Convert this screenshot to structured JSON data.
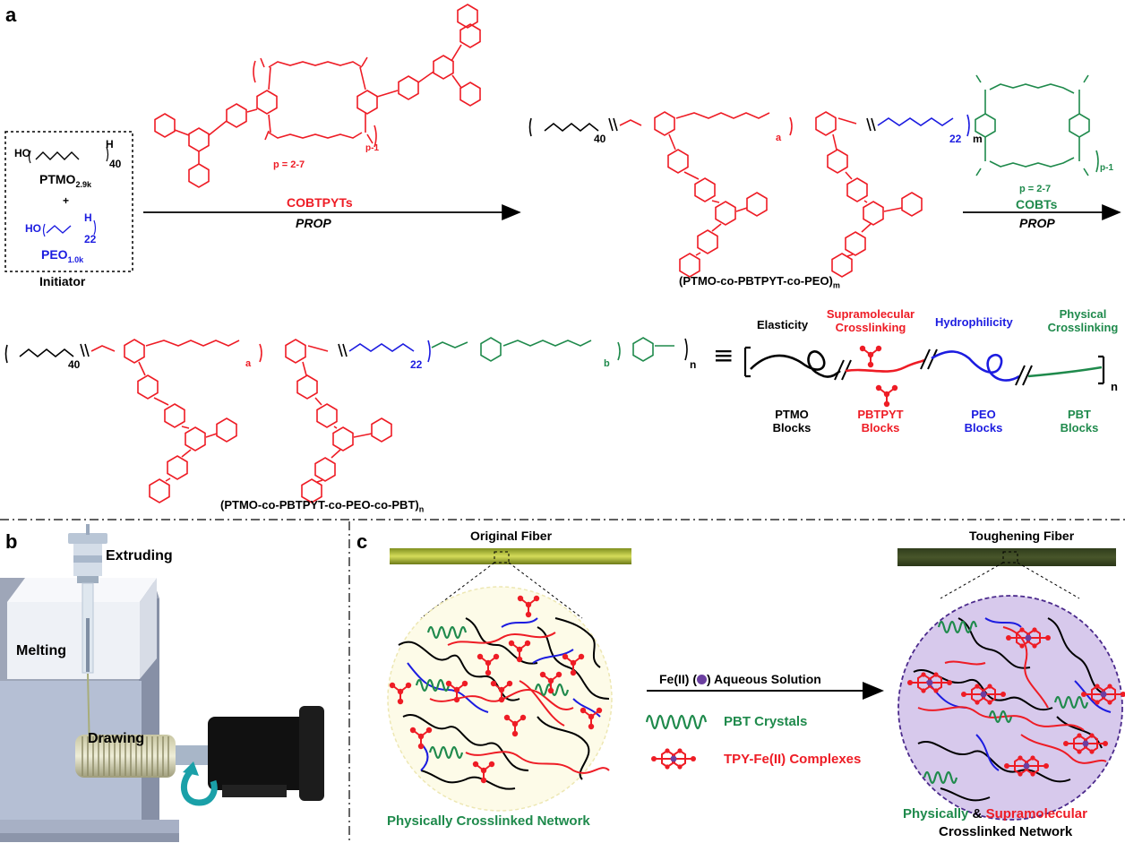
{
  "colors": {
    "ptmo": "#000000",
    "pbtpyt": "#ee1c25",
    "peo": "#1c1ce0",
    "pbt": "#1f8a4c",
    "iron": "#6b3fa0",
    "network_tough": "#d7c9ec",
    "network_orig": "#fdfbe8"
  },
  "panel_a": {
    "label": "a",
    "initiator": {
      "ptmo_ho": "HO",
      "ptmo_h": "H",
      "ptmo_sub": "40",
      "ptmo_name": "PTMO",
      "ptmo_mw": "2.9k",
      "plus": "+",
      "peo_ho": "HO",
      "peo_h": "H",
      "peo_sub": "22",
      "peo_name": "PEO",
      "peo_mw": "1.0k",
      "caption": "Initiator"
    },
    "monomer1": {
      "p": "p = 2-7",
      "sub": "p-1",
      "name": "COBTPYTs",
      "method": "PROP"
    },
    "monomer2": {
      "p": "p = 2-7",
      "sub": "p-1",
      "name": "COBTs",
      "method": "PROP"
    },
    "intermediate": {
      "label": "(PTMO-co-PBTPYT-co-PEO)",
      "sub": "m",
      "n40": "40",
      "na": "a",
      "n22": "22",
      "m": "m"
    },
    "final": {
      "label": "(PTMO-co-PBTPYT-co-PEO-co-PBT)",
      "sub": "n",
      "n40": "40",
      "na": "a",
      "n22": "22",
      "nb": "b",
      "n": "n"
    },
    "equiv": "≡",
    "schematic": {
      "elasticity": "Elasticity",
      "supra_1": "Supramolecular",
      "supra_2": "Crosslinking",
      "hydrophilicity": "Hydrophilicity",
      "phys_1": "Physical",
      "phys_2": "Crosslinking",
      "ptmo_1": "PTMO",
      "ptmo_2": "Blocks",
      "pbtpyt_1": "PBTPYT",
      "pbtpyt_2": "Blocks",
      "peo_1": "PEO",
      "peo_2": "Blocks",
      "pbt_1": "PBT",
      "pbt_2": "Blocks",
      "n": "n"
    }
  },
  "panel_b": {
    "label": "b",
    "extruding": "Extruding",
    "melting": "Melting",
    "drawing": "Drawing"
  },
  "panel_c": {
    "label": "c",
    "original": "Original Fiber",
    "toughening": "Toughening Fiber",
    "reaction_1": "Fe(II) (",
    "reaction_2": ") Aqueous Solution",
    "legend_pbt": "PBT Crystals",
    "legend_tpy": "TPY-Fe(II) Complexes",
    "left_caption": "Physically Crosslinked Network",
    "right_caption_1": "Physically",
    "right_caption_amp": " & ",
    "right_caption_2": "Supramolecular",
    "right_caption_3": "Crosslinked Network"
  }
}
